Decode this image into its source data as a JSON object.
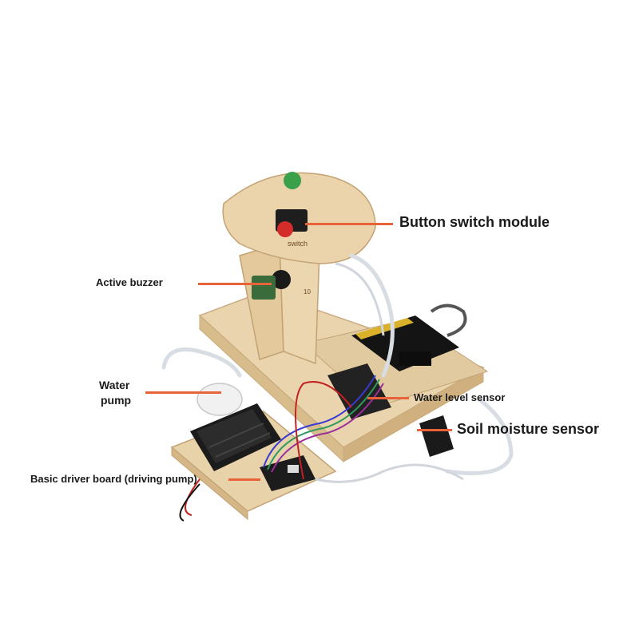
{
  "labels": {
    "button_switch": "Button switch module",
    "active_buzzer": "Active buzzer",
    "water_pump_line1": "Water",
    "water_pump_line2": "pump",
    "water_level": "Water level sensor",
    "soil_moisture": "Soil moisture sensor",
    "driver_board": "Basic driver board (driving pump)"
  },
  "colors": {
    "leader_line": "#e8623a",
    "wood": "#e6cfa8",
    "background": "#ffffff"
  },
  "engraving": {
    "switch_text": "switch",
    "panel_number": "10"
  }
}
